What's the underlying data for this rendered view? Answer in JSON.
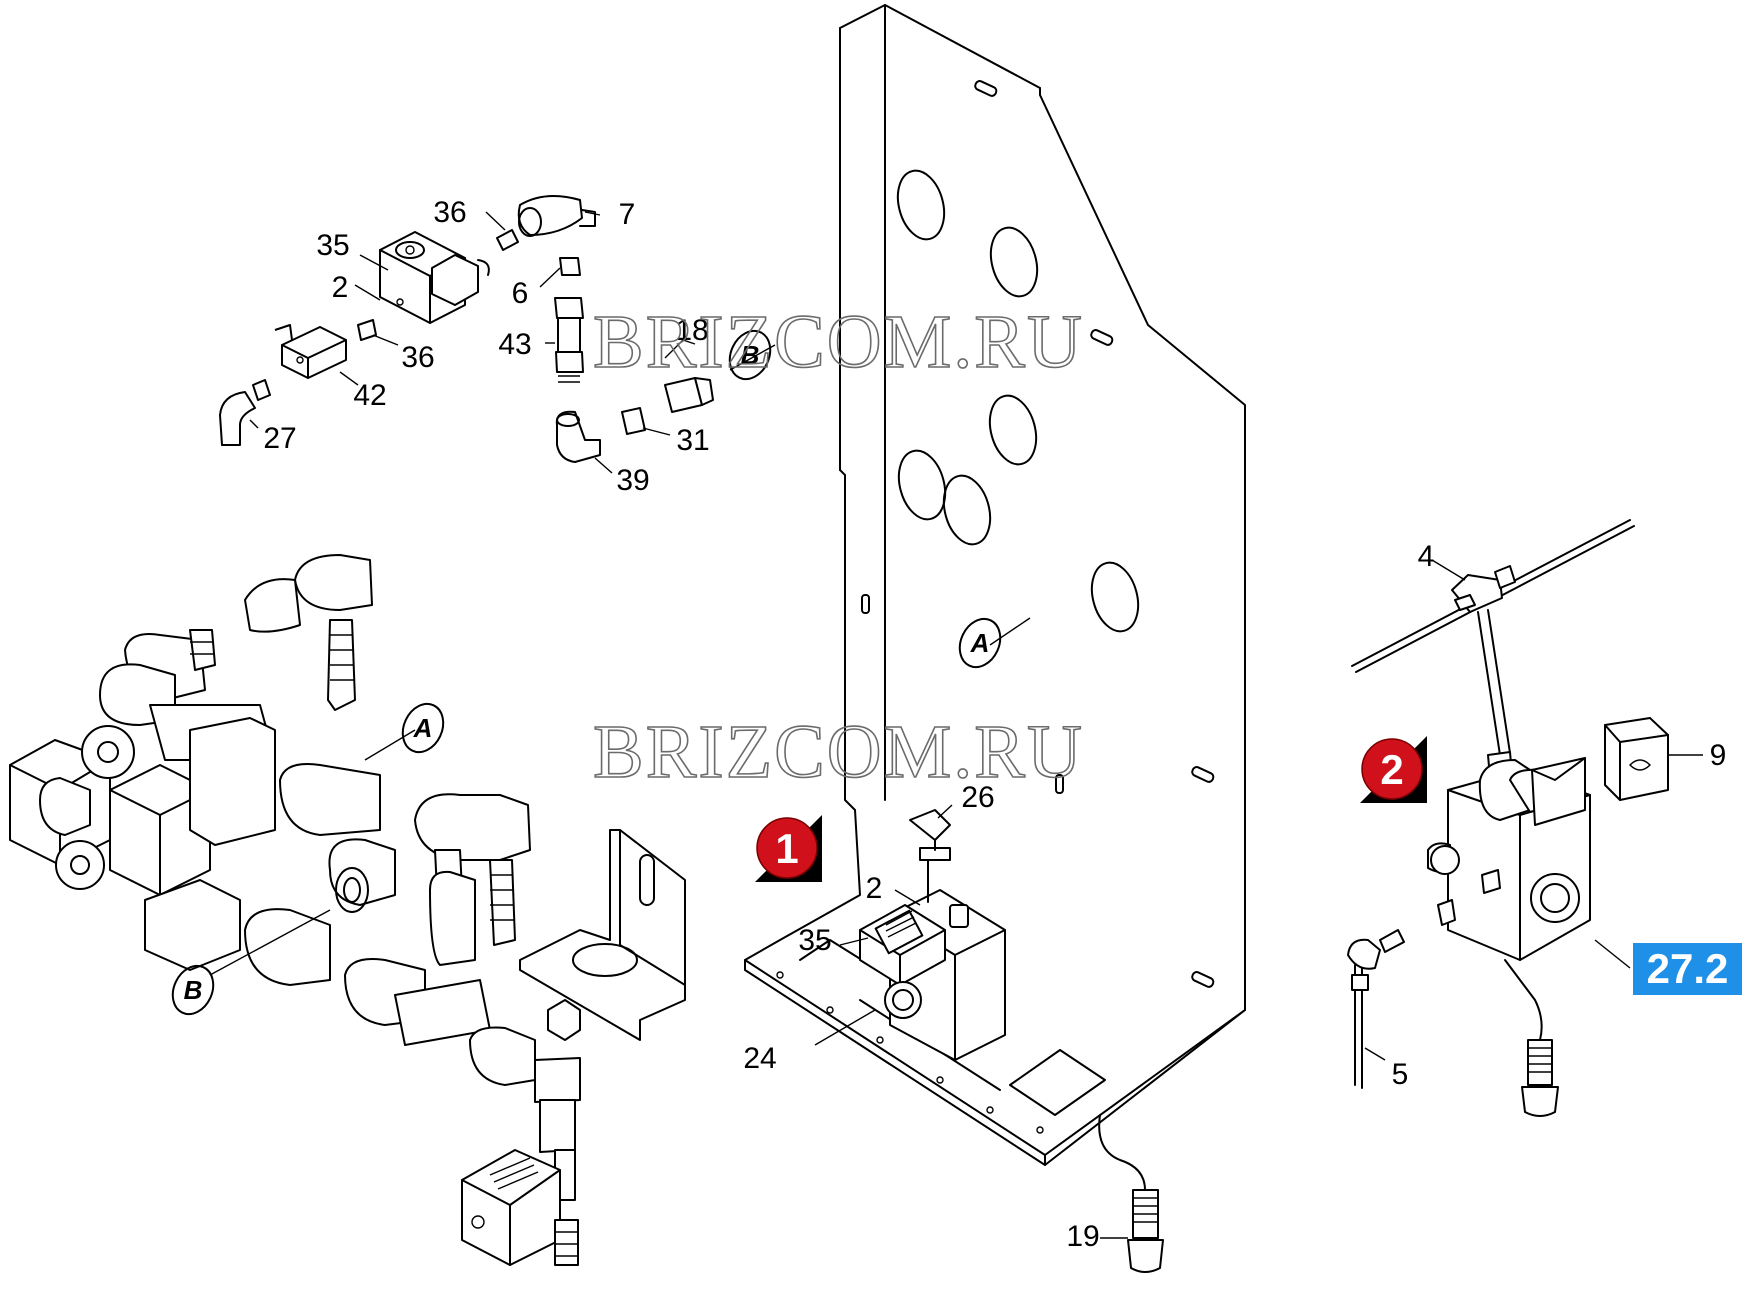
{
  "watermarks": [
    "BRIZCOM.RU",
    "BRIZCOM.RU"
  ],
  "callouts": {
    "top_group": [
      "36",
      "7",
      "35",
      "2",
      "6",
      "18",
      "43",
      "36",
      "42",
      "31",
      "27",
      "39"
    ],
    "plate_group": [
      "26",
      "2",
      "35",
      "24",
      "19"
    ],
    "right_group": [
      "4",
      "9",
      "5"
    ]
  },
  "reference_letters": {
    "plate_a": "A",
    "top_b": "B",
    "left_a": "A",
    "left_b": "B"
  },
  "badges": {
    "one": "1",
    "two": "2"
  },
  "reference_box": "27.2",
  "colors": {
    "badge": "#d0101a",
    "reference_box": "#1e90e8"
  }
}
